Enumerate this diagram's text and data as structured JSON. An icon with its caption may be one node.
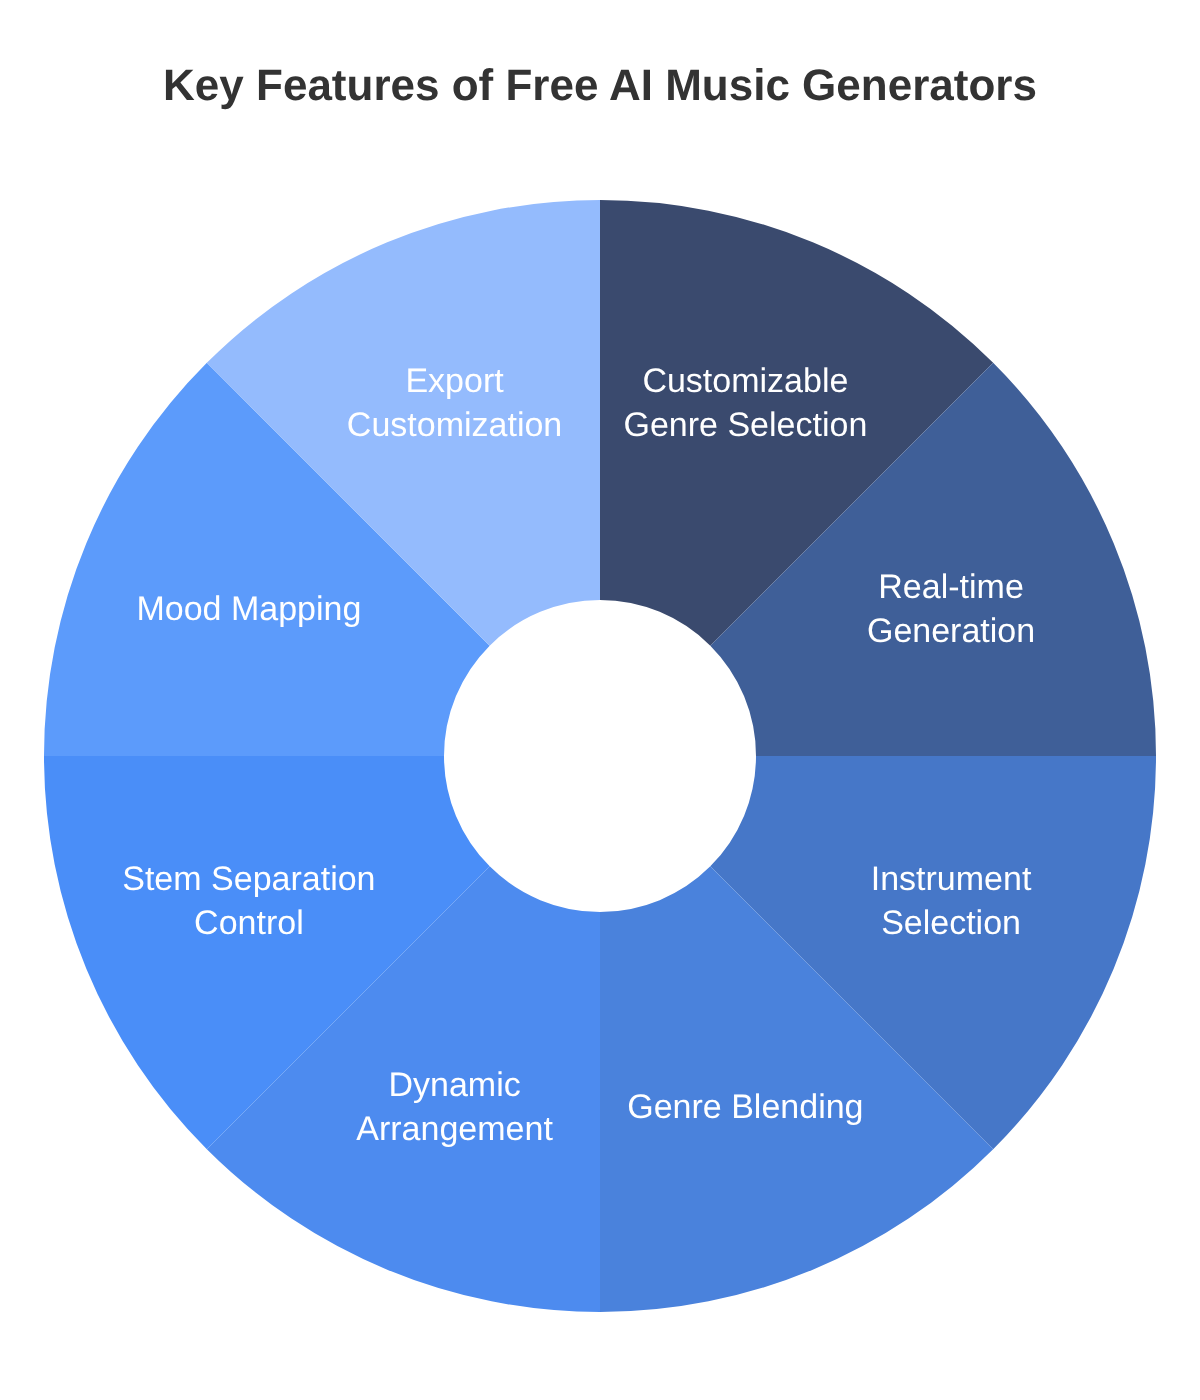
{
  "diagram": {
    "title": "Key Features of Free AI Music Generators",
    "nodes": [
      {
        "text": [
          "Customizable Genre Selection"
        ]
      },
      {
        "text": [
          "Real-time Generation"
        ]
      },
      {
        "text": [
          "Instrument Selection"
        ]
      },
      {
        "text": [
          "Genre Blending"
        ]
      },
      {
        "text": [
          "Dynamic Arrangement"
        ]
      },
      {
        "text": [
          "Stem Separation Control"
        ]
      },
      {
        "text": [
          "Mood Mapping"
        ]
      },
      {
        "text": [
          "Export Customization"
        ]
      }
    ],
    "edges": []
  }
}
